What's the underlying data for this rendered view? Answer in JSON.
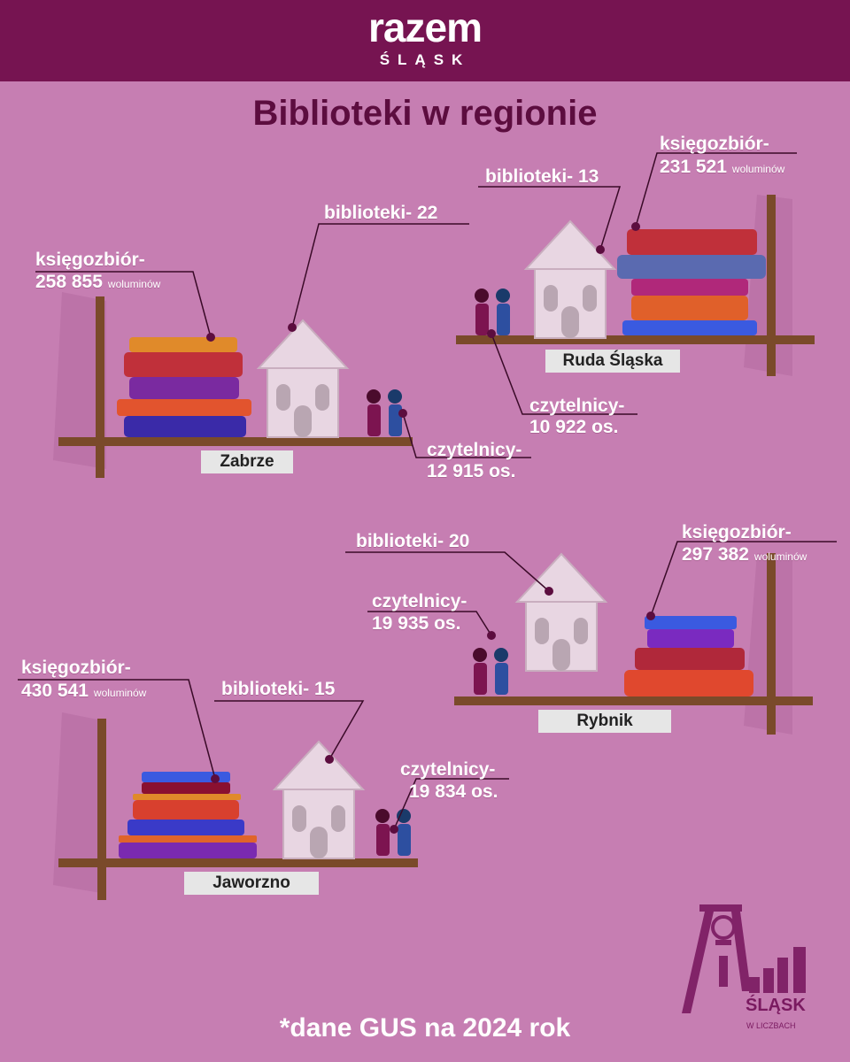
{
  "header": {
    "brand": "razem",
    "brand_sub": "ŚLĄSK"
  },
  "title": "Biblioteki w regionie",
  "regions": {
    "zabrze": {
      "city": "Zabrze",
      "libraries": "biblioteki- 22",
      "books_label": "księgozbiór-",
      "books_value": "258 855",
      "readers_label": "czytelnicy-",
      "readers_value": "12 915 os."
    },
    "ruda": {
      "city": "Ruda Śląska",
      "libraries": "biblioteki- 13",
      "books_label": "księgozbiór-",
      "books_value": "231 521",
      "readers_label": "czytelnicy-",
      "readers_value": "10 922 os."
    },
    "rybnik": {
      "city": "Rybnik",
      "libraries": "biblioteki- 20",
      "books_label": "księgozbiór-",
      "books_value": "297 382",
      "readers_label": "czytelnicy-",
      "readers_value": "19 935 os."
    },
    "jaworzno": {
      "city": "Jaworzno",
      "libraries": "biblioteki- 15",
      "books_label": "księgozbiór-",
      "books_value": "430 541",
      "readers_label": "czytelnicy-",
      "readers_value": "19 834 os."
    }
  },
  "unit": "woluminów",
  "footer": "*dane GUS na 2024 rok",
  "logo": {
    "title": "ŚLĄSK",
    "subtitle": "W LICZBACH"
  },
  "colors": {
    "background": "#c67eb2",
    "header": "#761451",
    "title": "#5c0d3f",
    "shelf": "#7a4a2a",
    "house": "#e8d6e2",
    "leader": "#3a0a28"
  }
}
